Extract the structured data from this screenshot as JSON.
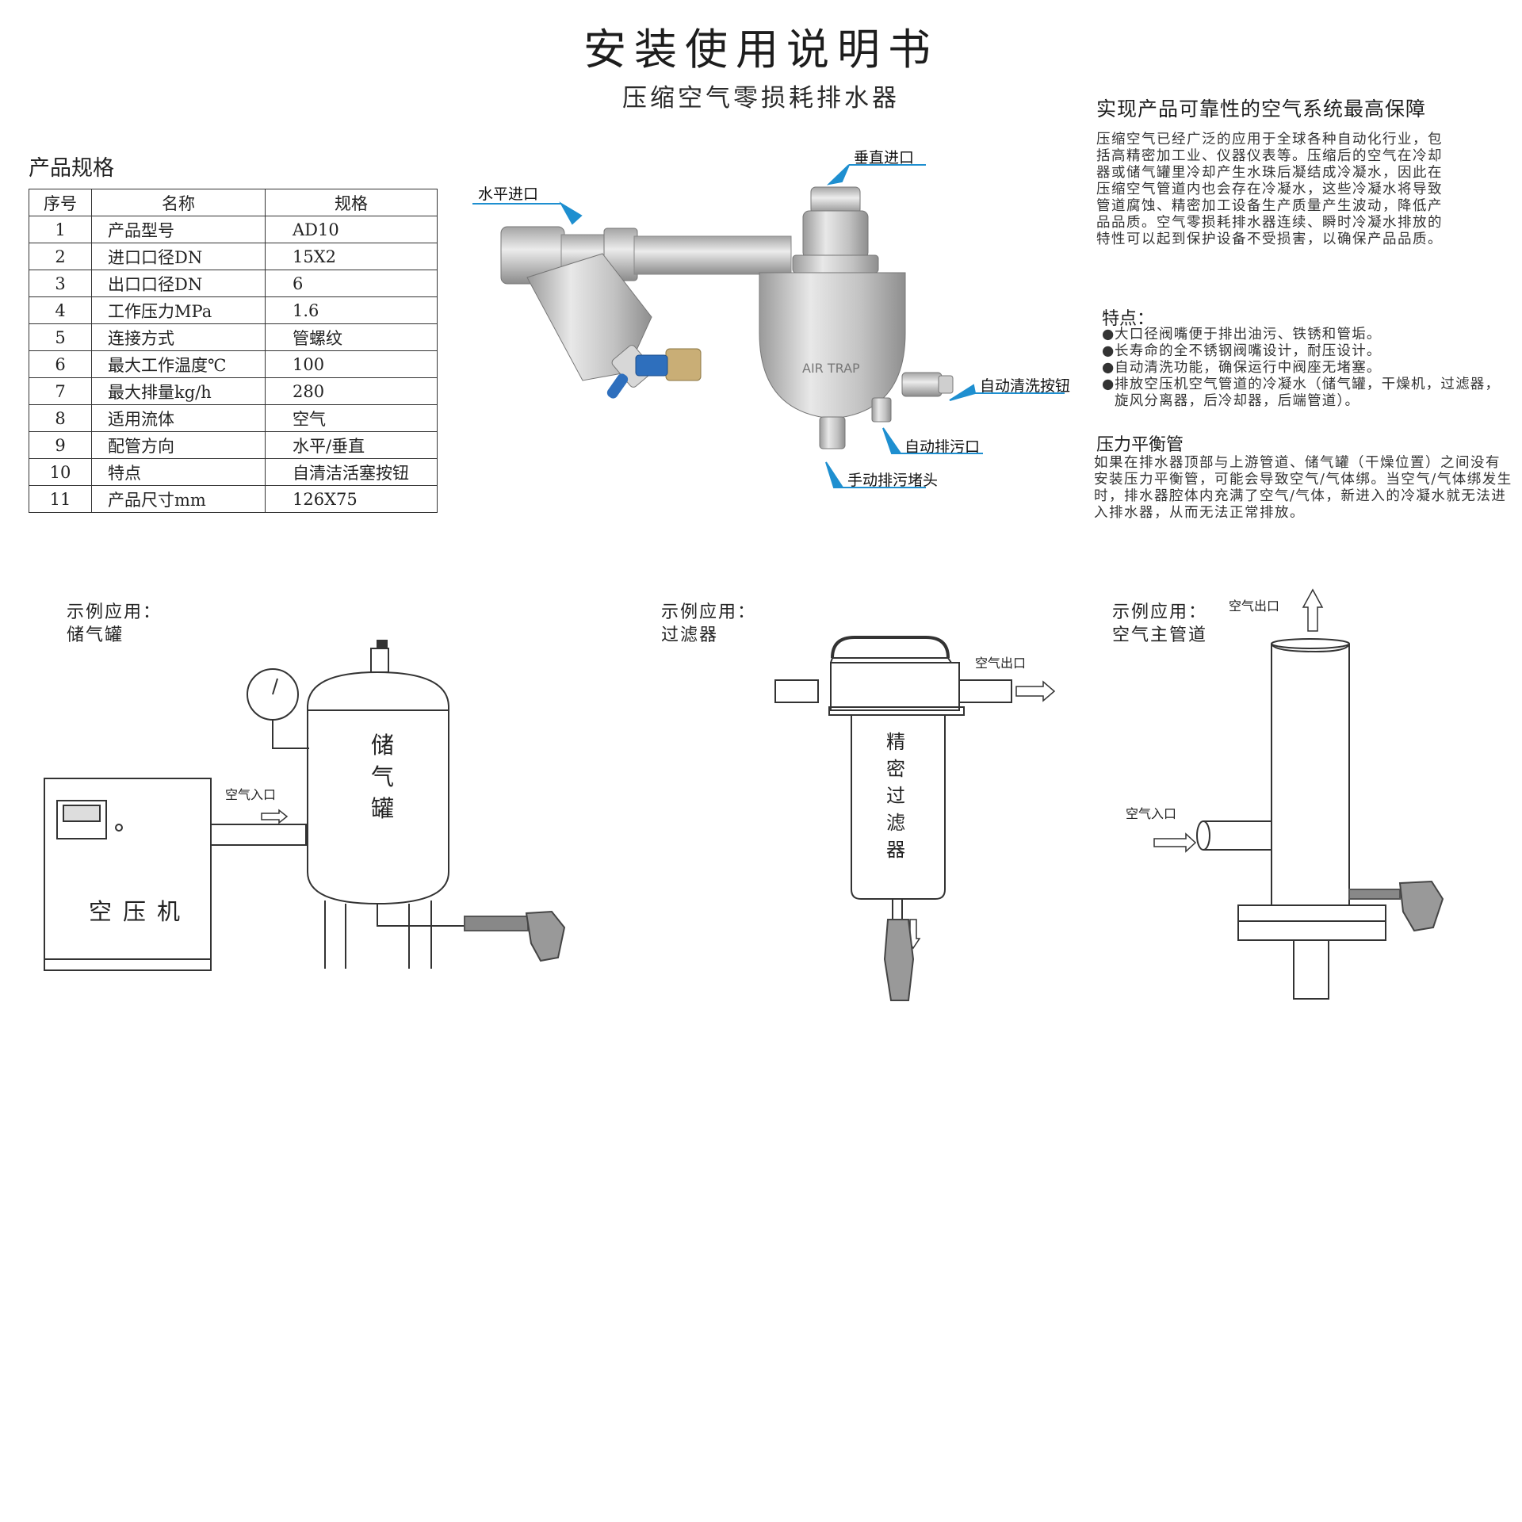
{
  "header": {
    "title": "安装使用说明书",
    "subtitle": "压缩空气零损耗排水器"
  },
  "specs": {
    "heading": "产品规格",
    "columns": [
      "序号",
      "名称",
      "规格"
    ],
    "rows": [
      {
        "idx": "1",
        "name": "产品型号",
        "value": "AD10"
      },
      {
        "idx": "2",
        "name": "进口口径DN",
        "value": "15X2"
      },
      {
        "idx": "3",
        "name": "出口口径DN",
        "value": "6"
      },
      {
        "idx": "4",
        "name": "工作压力MPa",
        "value": "1.6"
      },
      {
        "idx": "5",
        "name": "连接方式",
        "value": "管螺纹"
      },
      {
        "idx": "6",
        "name": "最大工作温度℃",
        "value": "100"
      },
      {
        "idx": "7",
        "name": "最大排量kg/h",
        "value": "280"
      },
      {
        "idx": "8",
        "name": "适用流体",
        "value": "空气"
      },
      {
        "idx": "9",
        "name": "配管方向",
        "value": "水平/垂直"
      },
      {
        "idx": "10",
        "name": "特点",
        "value": "自清洁活塞按钮"
      },
      {
        "idx": "11",
        "name": "产品尺寸mm",
        "value": "126X75"
      }
    ]
  },
  "product_callouts": {
    "horizontal_inlet": "水平进口",
    "vertical_inlet": "垂直进口",
    "auto_clean_button": "自动清洗按钮",
    "auto_drain_port": "自动排污口",
    "manual_drain_plug": "手动排污堵头",
    "body_marking": "AIR TRAP"
  },
  "info": {
    "title": "实现产品可靠性的空气系统最高保障",
    "intro": "压缩空气已经广泛的应用于全球各种自动化行业，包括高精密加工业、仪器仪表等。压缩后的空气在冷却器或储气罐里冷却产生水珠后凝结成冷凝水，因此在压缩空气管道内也会存在冷凝水，这些冷凝水将导致管道腐蚀、精密加工设备生产质量产生波动，降低产品品质。空气零损耗排水器连续、瞬时冷凝水排放的特性可以起到保护设备不受损害，以确保产品品质。",
    "features_title": "特点：",
    "features": [
      "大口径阀嘴便于排出油污、铁锈和管垢。",
      "长寿命的全不锈钢阀嘴设计，耐压设计。",
      "自动清洗功能，确保运行中阀座无堵塞。",
      "排放空压机空气管道的冷凝水（储气罐，干燥机，过滤器，旋风分离器，后冷却器，后端管道）。"
    ],
    "pressure_title": "压力平衡管",
    "pressure_text": "如果在排水器顶部与上游管道、储气罐（干燥位置）之间没有安装压力平衡管，可能会导致空气/气体绑。当空气/气体绑发生时，排水器腔体内充满了空气/气体，新进入的冷凝水就无法进入排水器，从而无法正常排放。"
  },
  "examples": {
    "tank": {
      "label1": "示例应用：",
      "label2": "储气罐",
      "compressor": "空压机",
      "tank_text": [
        "储",
        "气",
        "罐"
      ],
      "air_in": "空气入口"
    },
    "filter": {
      "label1": "示例应用：",
      "label2": "过滤器",
      "filter_text": [
        "精",
        "密",
        "过",
        "滤",
        "器"
      ],
      "air_out": "空气出口"
    },
    "main_pipe": {
      "label1": "示例应用：",
      "label2": "空气主管道",
      "air_out": "空气出口",
      "air_in": "空气入口"
    }
  },
  "colors": {
    "callout_accent": "#1e8fd0",
    "line": "#333333"
  }
}
